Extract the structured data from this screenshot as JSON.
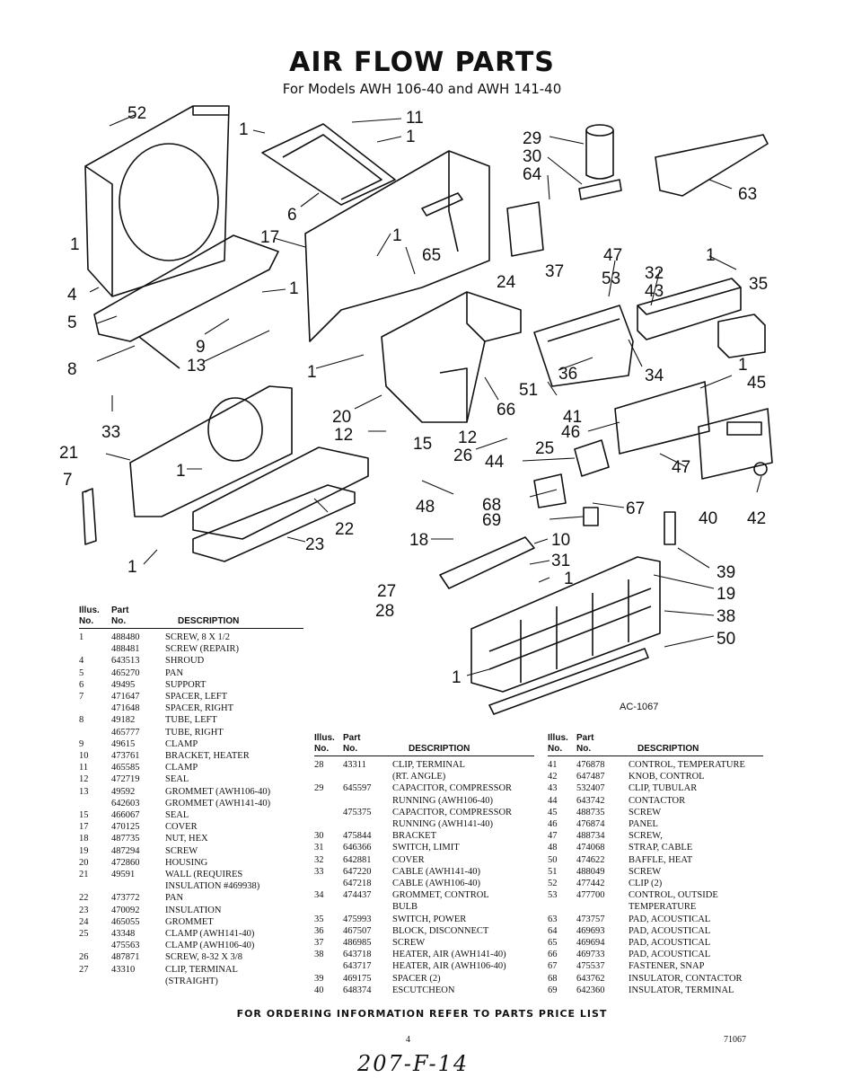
{
  "title": "AIR FLOW PARTS",
  "subtitle": "For Models AWH 106-40 and AWH 141-40",
  "diagram_code": "AC-1067",
  "callouts": [
    "52",
    "1",
    "11",
    "1",
    "29",
    "30",
    "64",
    "63",
    "6",
    "17",
    "1",
    "65",
    "1",
    "47",
    "1",
    "37",
    "24",
    "53",
    "43",
    "32",
    "35",
    "4",
    "1",
    "5",
    "9",
    "13",
    "8",
    "1",
    "36",
    "34",
    "33",
    "20",
    "12",
    "15",
    "12",
    "66",
    "51",
    "41",
    "1",
    "45",
    "46",
    "25",
    "26",
    "44",
    "21",
    "7",
    "1",
    "22",
    "48",
    "68",
    "67",
    "69",
    "47",
    "40",
    "42",
    "23",
    "1",
    "18",
    "10",
    "31",
    "1",
    "39",
    "19",
    "38",
    "27",
    "28",
    "50",
    "1"
  ],
  "table_headers": {
    "illus": "Illus.",
    "part": "Part",
    "no": "No.",
    "no2": "No.",
    "description": "DESCRIPTION"
  },
  "parts_left": [
    {
      "illus": "1",
      "part": "488480",
      "desc": "SCREW, 8 x 1/2"
    },
    {
      "illus": "",
      "part": "488481",
      "desc": "SCREW (REPAIR)"
    },
    {
      "illus": "4",
      "part": "643513",
      "desc": "SHROUD"
    },
    {
      "illus": "5",
      "part": "465270",
      "desc": "PAN"
    },
    {
      "illus": "6",
      "part": "49495",
      "desc": "SUPPORT"
    },
    {
      "illus": "7",
      "part": "471647",
      "desc": "SPACER, LEFT"
    },
    {
      "illus": "",
      "part": "471648",
      "desc": "SPACER, RIGHT"
    },
    {
      "illus": "8",
      "part": "49182",
      "desc": "TUBE, LEFT"
    },
    {
      "illus": "",
      "part": "465777",
      "desc": "TUBE, RIGHT"
    },
    {
      "illus": "9",
      "part": "49615",
      "desc": "CLAMP"
    },
    {
      "illus": "10",
      "part": "473761",
      "desc": "BRACKET, HEATER"
    },
    {
      "illus": "11",
      "part": "465585",
      "desc": "CLAMP"
    },
    {
      "illus": "12",
      "part": "472719",
      "desc": "SEAL"
    },
    {
      "illus": "13",
      "part": "49592",
      "desc": "GROMMET (AWH106-40)"
    },
    {
      "illus": "",
      "part": "642603",
      "desc": "GROMMET (AWH141-40)"
    },
    {
      "illus": "15",
      "part": "466067",
      "desc": "SEAL"
    },
    {
      "illus": "17",
      "part": "470125",
      "desc": "COVER"
    },
    {
      "illus": "18",
      "part": "487735",
      "desc": "NUT, HEX"
    },
    {
      "illus": "19",
      "part": "487294",
      "desc": "SCREW"
    },
    {
      "illus": "20",
      "part": "472860",
      "desc": "HOUSING"
    },
    {
      "illus": "21",
      "part": "49591",
      "desc": "WALL (REQUIRES"
    },
    {
      "illus": "",
      "part": "",
      "desc": "INSULATION #469938)"
    },
    {
      "illus": "22",
      "part": "473772",
      "desc": "PAN"
    },
    {
      "illus": "23",
      "part": "470092",
      "desc": "INSULATION"
    },
    {
      "illus": "24",
      "part": "465055",
      "desc": "GROMMET"
    },
    {
      "illus": "25",
      "part": "43348",
      "desc": "CLAMP (AWH141-40)"
    },
    {
      "illus": "",
      "part": "475563",
      "desc": "CLAMP (AWH106-40)"
    },
    {
      "illus": "26",
      "part": "487871",
      "desc": "SCREW, 8-32 x 3/8"
    },
    {
      "illus": "27",
      "part": "43310",
      "desc": "CLIP, TERMINAL"
    },
    {
      "illus": "",
      "part": "",
      "desc": "(STRAIGHT)"
    }
  ],
  "parts_middle": [
    {
      "illus": "28",
      "part": "43311",
      "desc": "CLIP, TERMINAL"
    },
    {
      "illus": "",
      "part": "",
      "desc": "(RT. ANGLE)"
    },
    {
      "illus": "29",
      "part": "645597",
      "desc": "CAPACITOR, COMPRESSOR"
    },
    {
      "illus": "",
      "part": "",
      "desc": "RUNNING (AWH106-40)"
    },
    {
      "illus": "",
      "part": "475375",
      "desc": "CAPACITOR, COMPRESSOR"
    },
    {
      "illus": "",
      "part": "",
      "desc": "RUNNING (AWH141-40)"
    },
    {
      "illus": "30",
      "part": "475844",
      "desc": "BRACKET"
    },
    {
      "illus": "31",
      "part": "646366",
      "desc": "SWITCH, LIMIT"
    },
    {
      "illus": "32",
      "part": "642881",
      "desc": "COVER"
    },
    {
      "illus": "33",
      "part": "647220",
      "desc": "CABLE (AWH141-40)"
    },
    {
      "illus": "",
      "part": "647218",
      "desc": "CABLE (AWH106-40)"
    },
    {
      "illus": "34",
      "part": "474437",
      "desc": "GROMMET, CONTROL"
    },
    {
      "illus": "",
      "part": "",
      "desc": "BULB"
    },
    {
      "illus": "35",
      "part": "475993",
      "desc": "SWITCH, POWER"
    },
    {
      "illus": "36",
      "part": "467507",
      "desc": "BLOCK, DISCONNECT"
    },
    {
      "illus": "37",
      "part": "486985",
      "desc": "SCREW"
    },
    {
      "illus": "38",
      "part": "643718",
      "desc": "HEATER, AIR (AWH141-40)"
    },
    {
      "illus": "",
      "part": "643717",
      "desc": "HEATER, AIR (AWH106-40)"
    },
    {
      "illus": "39",
      "part": "469175",
      "desc": "SPACER (2)"
    },
    {
      "illus": "40",
      "part": "648374",
      "desc": "ESCUTCHEON"
    }
  ],
  "parts_right": [
    {
      "illus": "41",
      "part": "476878",
      "desc": "CONTROL, TEMPERATURE"
    },
    {
      "illus": "42",
      "part": "647487",
      "desc": "KNOB, CONTROL"
    },
    {
      "illus": "43",
      "part": "532407",
      "desc": "CLIP, TUBULAR"
    },
    {
      "illus": "44",
      "part": "643742",
      "desc": "CONTACTOR"
    },
    {
      "illus": "45",
      "part": "488735",
      "desc": "SCREW"
    },
    {
      "illus": "46",
      "part": "476874",
      "desc": "PANEL"
    },
    {
      "illus": "47",
      "part": "488734",
      "desc": "SCREW,"
    },
    {
      "illus": "48",
      "part": "474068",
      "desc": "STRAP, CABLE"
    },
    {
      "illus": "50",
      "part": "474622",
      "desc": "BAFFLE, HEAT"
    },
    {
      "illus": "51",
      "part": "488049",
      "desc": "SCREW"
    },
    {
      "illus": "52",
      "part": "477442",
      "desc": "CLIP (2)"
    },
    {
      "illus": "53",
      "part": "477700",
      "desc": "CONTROL, OUTSIDE"
    },
    {
      "illus": "",
      "part": "",
      "desc": "TEMPERATURE"
    },
    {
      "illus": "63",
      "part": "473757",
      "desc": "PAD, ACOUSTICAL"
    },
    {
      "illus": "64",
      "part": "469693",
      "desc": "PAD, ACOUSTICAL"
    },
    {
      "illus": "65",
      "part": "469694",
      "desc": "PAD, ACOUSTICAL"
    },
    {
      "illus": "66",
      "part": "469733",
      "desc": "PAD, ACOUSTICAL"
    },
    {
      "illus": "67",
      "part": "475537",
      "desc": "FASTENER, SNAP"
    },
    {
      "illus": "68",
      "part": "643762",
      "desc": "INSULATOR, CONTACTOR"
    },
    {
      "illus": "69",
      "part": "642360",
      "desc": "INSULATOR, TERMINAL"
    }
  ],
  "footer_note": "FOR ORDERING INFORMATION REFER TO PARTS PRICE LIST",
  "page_number": "4",
  "doc_code": "71067",
  "handwritten": "207-F-14"
}
